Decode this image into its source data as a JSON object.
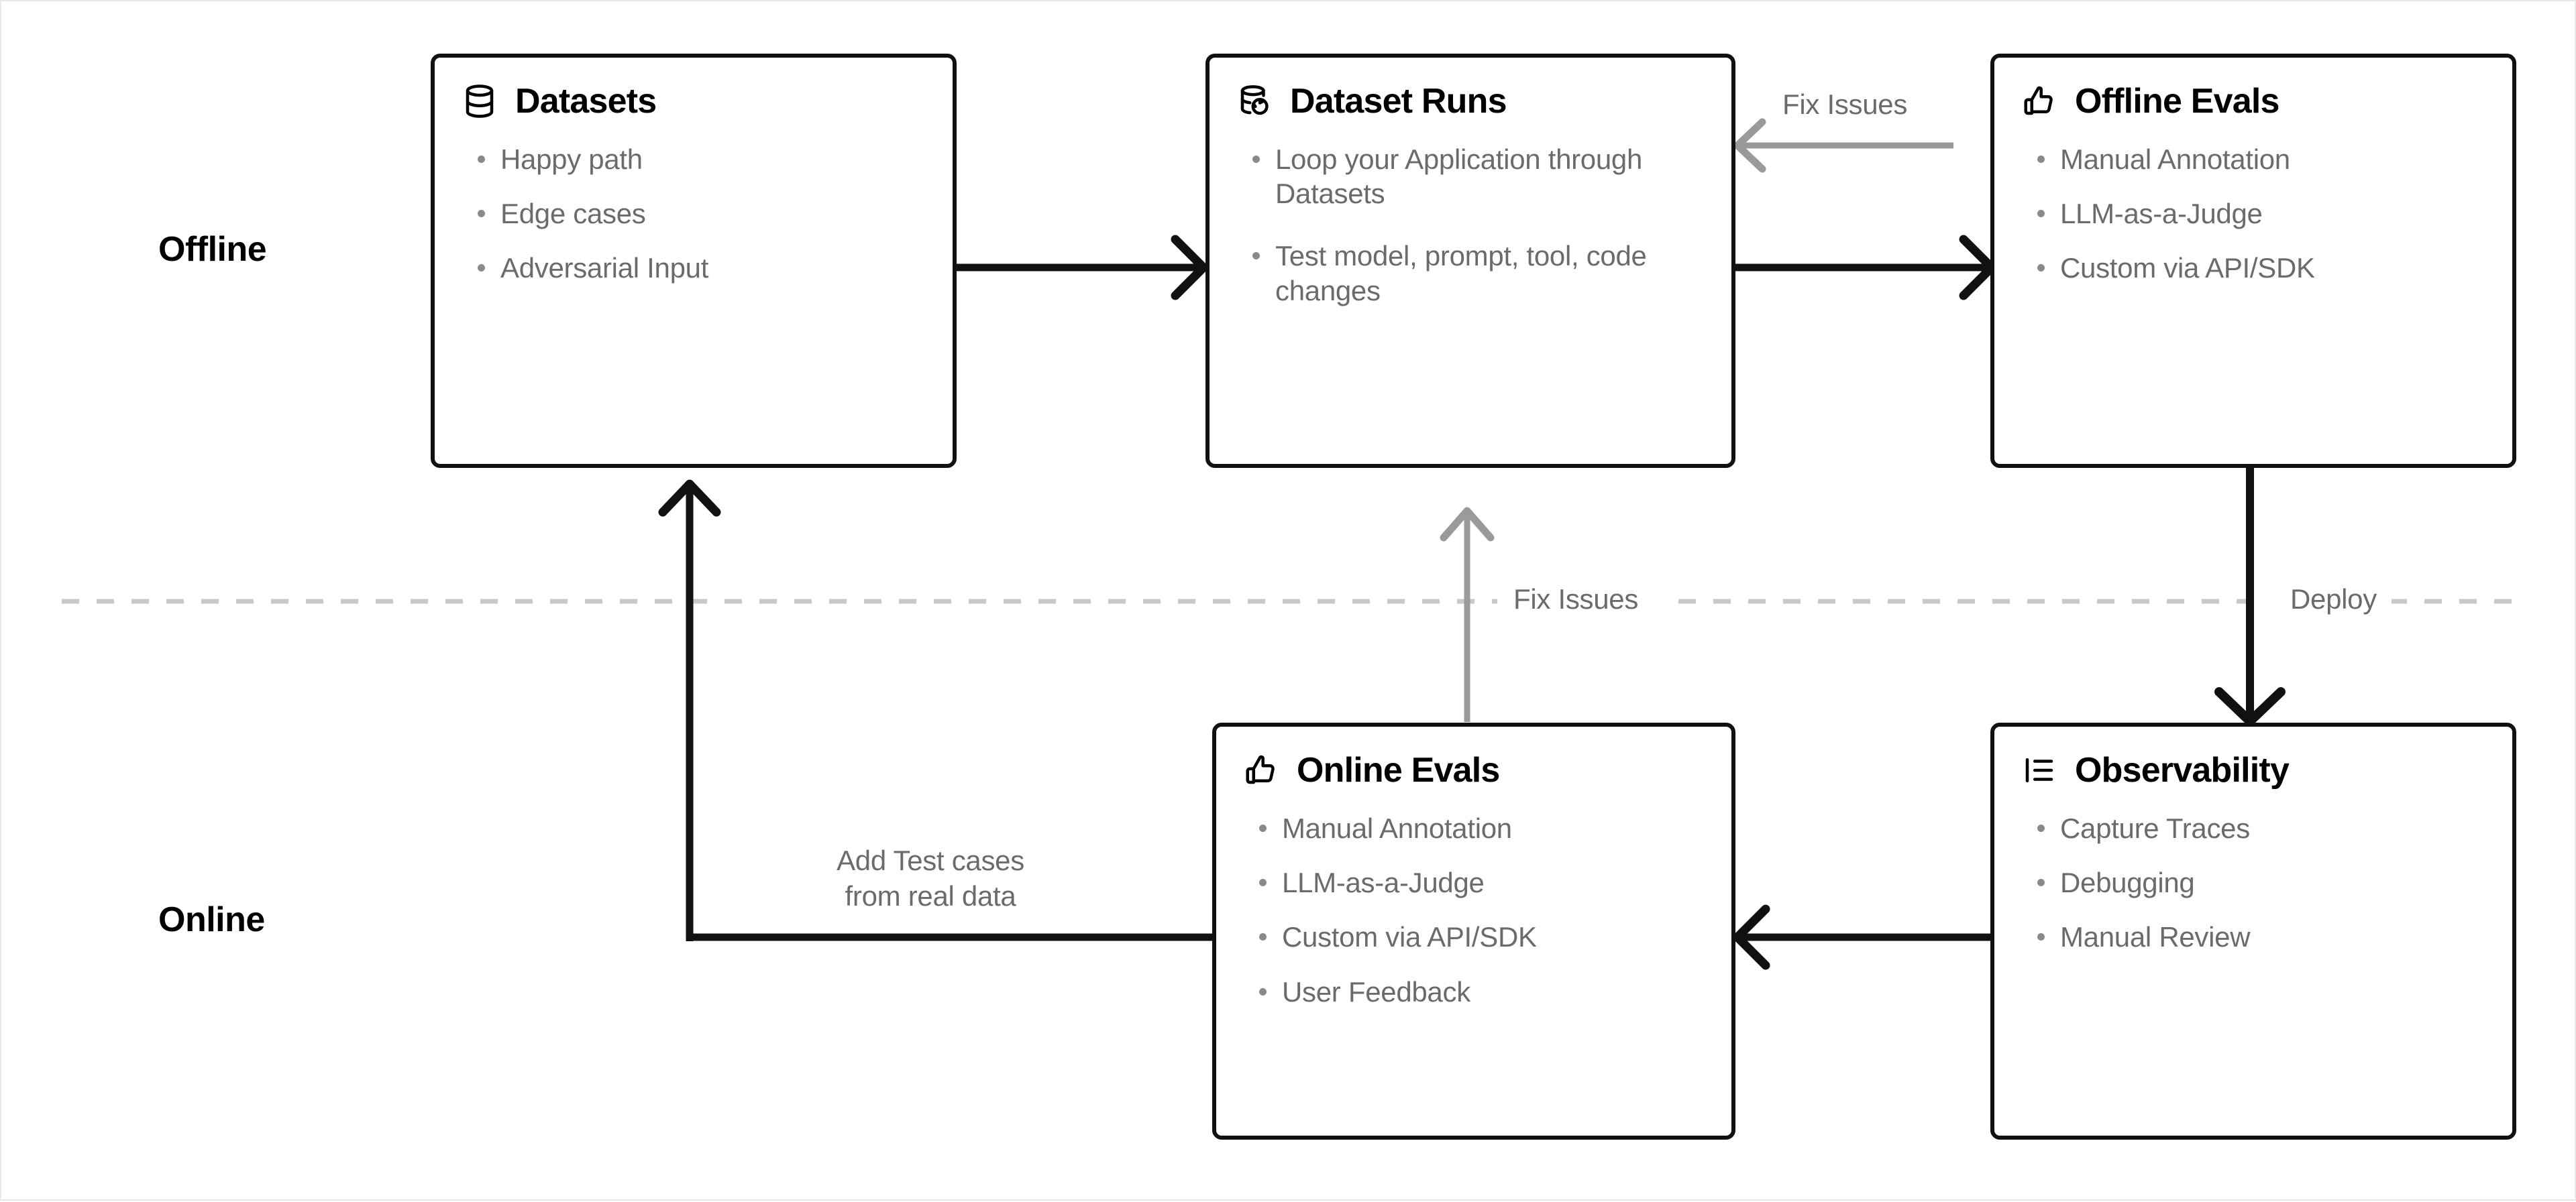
{
  "diagram": {
    "title_row_labels": {
      "offline": "Offline",
      "online": "Online"
    },
    "divider": {
      "style": "dashed",
      "color": "#c8c8c8",
      "labels": [
        {
          "name": "fix-issues",
          "text": "Fix Issues"
        },
        {
          "name": "deploy",
          "text": "Deploy"
        }
      ]
    },
    "nodes": [
      {
        "id": "datasets",
        "title": "Datasets",
        "icon": "database-icon",
        "bullets": [
          "Happy path",
          "Edge cases",
          "Adversarial Input"
        ]
      },
      {
        "id": "dataset-runs",
        "title": "Dataset Runs",
        "icon": "database-refresh-icon",
        "bullets": [
          "Loop your Application through Datasets",
          "Test model, prompt, tool, code changes"
        ]
      },
      {
        "id": "offline-evals",
        "title": "Offline Evals",
        "icon": "thumbs-up-icon",
        "bullets": [
          "Manual Annotation",
          "LLM-as-a-Judge",
          "Custom via API/SDK"
        ]
      },
      {
        "id": "online-evals",
        "title": "Online Evals",
        "icon": "thumbs-up-icon",
        "bullets": [
          "Manual Annotation",
          "LLM-as-a-Judge",
          "Custom via API/SDK",
          "User Feedback"
        ]
      },
      {
        "id": "observability",
        "title": "Observability",
        "icon": "list-tree-icon",
        "bullets": [
          "Capture Traces",
          "Debugging",
          "Manual Review"
        ]
      }
    ],
    "edges": [
      {
        "id": "datasets-to-dataset-runs",
        "label": "",
        "color": "#111111",
        "style": "solid"
      },
      {
        "id": "dataset-runs-to-offline-evals",
        "label": "",
        "color": "#111111",
        "style": "solid"
      },
      {
        "id": "offline-evals-fix-issues",
        "label": "Fix Issues",
        "color": "#9a9a9a",
        "style": "solid"
      },
      {
        "id": "offline-evals-to-observability",
        "label": "Deploy",
        "color": "#111111",
        "style": "solid"
      },
      {
        "id": "observability-to-online-evals",
        "label": "",
        "color": "#111111",
        "style": "solid"
      },
      {
        "id": "online-evals-to-dataset-runs",
        "label": "Fix Issues",
        "color": "#9a9a9a",
        "style": "solid"
      },
      {
        "id": "online-evals-to-datasets",
        "label": "Add Test cases\nfrom real data",
        "color": "#111111",
        "style": "solid"
      }
    ],
    "annotations": {
      "fix_issues_top": "Fix Issues",
      "fix_issues_mid": "Fix Issues",
      "deploy": "Deploy",
      "add_test_cases_line1": "Add Test cases",
      "add_test_cases_line2": "from real data"
    },
    "colors": {
      "node_border": "#111111",
      "node_bg": "#ffffff",
      "title_text": "#000000",
      "bullet_text": "#6b6b6b",
      "arrow_solid": "#111111",
      "arrow_muted": "#9a9a9a",
      "divider": "#c8c8c8",
      "canvas_bg": "#ffffff"
    }
  }
}
